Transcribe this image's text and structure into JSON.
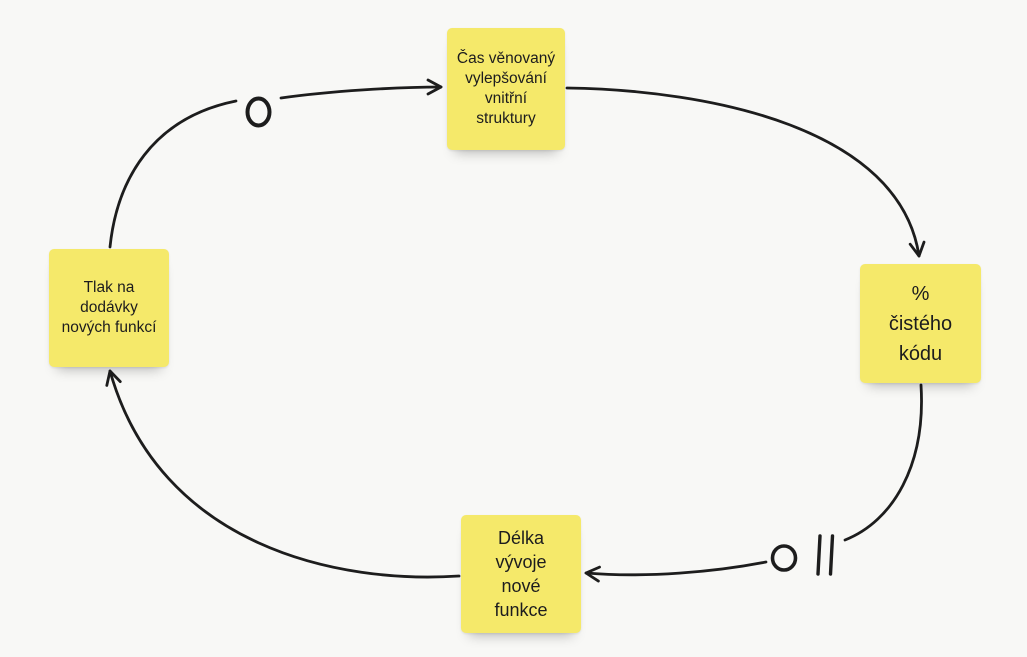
{
  "board": {
    "background_color": "#f8f8f6",
    "note_color": "#f5e96a",
    "line_color": "#1d1d1d",
    "text_color": "#1c1c1e"
  },
  "diagram": {
    "type": "causal-loop",
    "notes": [
      {
        "id": "top",
        "label": "Čas věnovaný\nvylepšování\nvnitřní\nstruktury"
      },
      {
        "id": "right",
        "label": "%\nčistého\nkódu"
      },
      {
        "id": "bottom",
        "label": "Délka\nvývoje\nnové\nfunkce"
      },
      {
        "id": "left",
        "label": "Tlak na\ndodávky\nnových funkcí"
      }
    ],
    "links": [
      {
        "from": "left",
        "to": "top",
        "polarity": "o",
        "delay": false
      },
      {
        "from": "top",
        "to": "right",
        "polarity": "",
        "delay": false
      },
      {
        "from": "right",
        "to": "bottom",
        "polarity": "o",
        "delay": true
      },
      {
        "from": "bottom",
        "to": "left",
        "polarity": "",
        "delay": false
      }
    ],
    "marks": {
      "polarity_symbol": "o",
      "delay_symbol": "||"
    }
  }
}
